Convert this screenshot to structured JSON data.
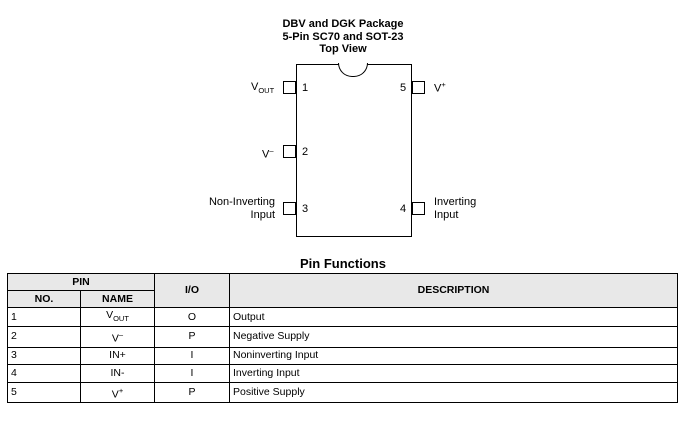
{
  "package": {
    "title_line1": "DBV and DGK Package",
    "title_line2": "5-Pin SC70 and SOT-23",
    "title_line3": "Top View"
  },
  "diagram_pins": [
    {
      "number": "1",
      "label_main": "V",
      "label_sub": "OUT"
    },
    {
      "number": "2",
      "label_main": "V",
      "label_sup": "–"
    },
    {
      "number": "3",
      "label_line1": "Non-Inverting",
      "label_line2": "Input"
    },
    {
      "number": "4",
      "label_line1": "Inverting",
      "label_line2": "Input"
    },
    {
      "number": "5",
      "label_main": "V",
      "label_sup": "+"
    }
  ],
  "pin_functions": {
    "title": "Pin Functions",
    "headers": {
      "pin": "PIN",
      "no": "NO.",
      "name": "NAME",
      "io": "I/O",
      "description": "DESCRIPTION"
    },
    "rows": [
      {
        "no": "1",
        "name_main": "V",
        "name_sub": "OUT",
        "name_sup": "",
        "io": "O",
        "description": "Output"
      },
      {
        "no": "2",
        "name_main": "V",
        "name_sub": "",
        "name_sup": "–",
        "io": "P",
        "description": "Negative Supply"
      },
      {
        "no": "3",
        "name_main": "IN+",
        "name_sub": "",
        "name_sup": "",
        "io": "I",
        "description": "Noninverting Input"
      },
      {
        "no": "4",
        "name_main": "IN-",
        "name_sub": "",
        "name_sup": "",
        "io": "I",
        "description": "Inverting Input"
      },
      {
        "no": "5",
        "name_main": "V",
        "name_sub": "",
        "name_sup": "+",
        "io": "P",
        "description": "Positive Supply"
      }
    ]
  }
}
